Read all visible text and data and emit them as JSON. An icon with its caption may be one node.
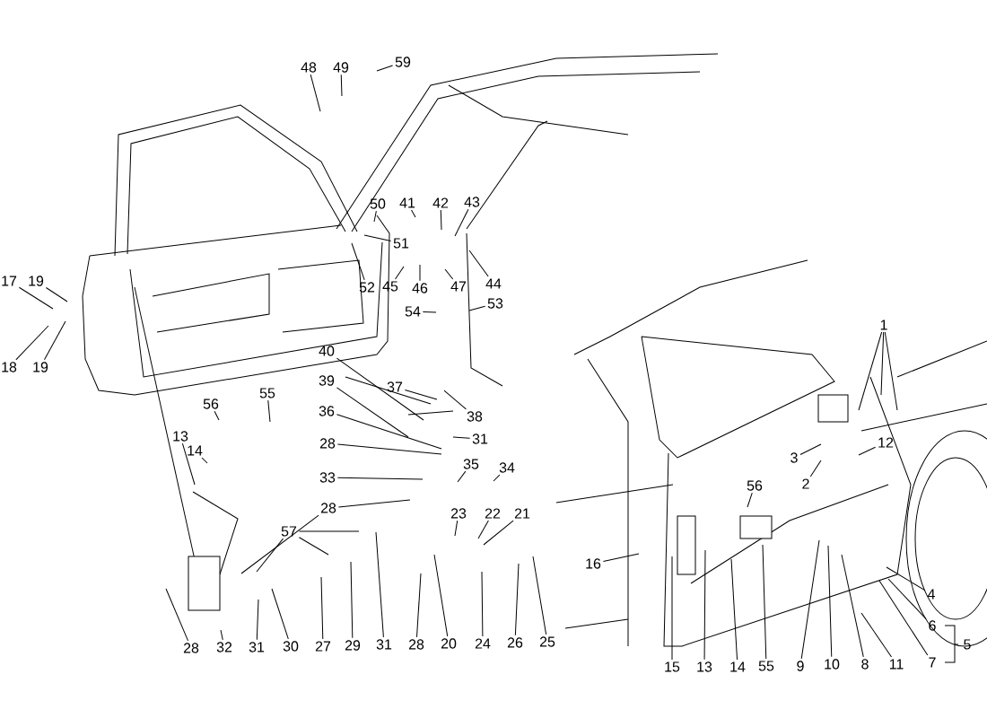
{
  "diagram": {
    "nodes": [
      {
        "text": [
          "48"
        ]
      },
      {
        "text": [
          "49"
        ]
      },
      {
        "text": [
          "59"
        ]
      },
      {
        "text": [
          "50"
        ]
      },
      {
        "text": [
          "41"
        ]
      },
      {
        "text": [
          "42"
        ]
      },
      {
        "text": [
          "43"
        ]
      },
      {
        "text": [
          "51"
        ]
      },
      {
        "text": [
          "17"
        ]
      },
      {
        "text": [
          "19"
        ]
      },
      {
        "text": [
          "45"
        ]
      },
      {
        "text": [
          "46"
        ]
      },
      {
        "text": [
          "47"
        ]
      },
      {
        "text": [
          "44"
        ]
      },
      {
        "text": [
          "52"
        ]
      },
      {
        "text": [
          "53"
        ]
      },
      {
        "text": [
          "54"
        ]
      },
      {
        "text": [
          "1"
        ]
      },
      {
        "text": [
          "18"
        ]
      },
      {
        "text": [
          "19"
        ]
      },
      {
        "text": [
          "40"
        ]
      },
      {
        "text": [
          "39"
        ]
      },
      {
        "text": [
          "55"
        ]
      },
      {
        "text": [
          "37"
        ]
      },
      {
        "text": [
          "56"
        ]
      },
      {
        "text": [
          "36"
        ]
      },
      {
        "text": [
          "38"
        ]
      },
      {
        "text": [
          "13"
        ]
      },
      {
        "text": [
          "31"
        ]
      },
      {
        "text": [
          "28"
        ]
      },
      {
        "text": [
          "3"
        ]
      },
      {
        "text": [
          "12"
        ]
      },
      {
        "text": [
          "14"
        ]
      },
      {
        "text": [
          "35"
        ]
      },
      {
        "text": [
          "34"
        ]
      },
      {
        "text": [
          "33"
        ]
      },
      {
        "text": [
          "2"
        ]
      },
      {
        "text": [
          "56"
        ]
      },
      {
        "text": [
          "28"
        ]
      },
      {
        "text": [
          "23"
        ]
      },
      {
        "text": [
          "22"
        ]
      },
      {
        "text": [
          "21"
        ]
      },
      {
        "text": [
          "57"
        ]
      },
      {
        "text": [
          "16"
        ]
      },
      {
        "text": [
          "4"
        ]
      },
      {
        "text": [
          "6"
        ]
      },
      {
        "text": [
          "7"
        ]
      },
      {
        "text": [
          "28"
        ]
      },
      {
        "text": [
          "32"
        ]
      },
      {
        "text": [
          "31"
        ]
      },
      {
        "text": [
          "30"
        ]
      },
      {
        "text": [
          "27"
        ]
      },
      {
        "text": [
          "29"
        ]
      },
      {
        "text": [
          "31"
        ]
      },
      {
        "text": [
          "28"
        ]
      },
      {
        "text": [
          "20"
        ]
      },
      {
        "text": [
          "24"
        ]
      },
      {
        "text": [
          "26"
        ]
      },
      {
        "text": [
          "25"
        ]
      },
      {
        "text": [
          "15"
        ]
      },
      {
        "text": [
          "13"
        ]
      },
      {
        "text": [
          "14"
        ]
      },
      {
        "text": [
          "55"
        ]
      },
      {
        "text": [
          "9"
        ]
      },
      {
        "text": [
          "10"
        ]
      },
      {
        "text": [
          "8"
        ]
      },
      {
        "text": [
          "11"
        ]
      }
    ],
    "edges": [
      {
        "from": 0,
        "to": null,
        "arrow": "none"
      },
      {
        "from": 1,
        "to": null,
        "arrow": "none"
      },
      {
        "from": 2,
        "to": null,
        "arrow": "none"
      },
      {
        "from": 3,
        "to": null,
        "arrow": "none"
      },
      {
        "from": 4,
        "to": null,
        "arrow": "none"
      },
      {
        "from": 5,
        "to": null,
        "arrow": "none"
      },
      {
        "from": 6,
        "to": null,
        "arrow": "none"
      },
      {
        "from": 7,
        "to": null,
        "arrow": "none"
      },
      {
        "from": 8,
        "to": null,
        "arrow": "none"
      },
      {
        "from": 9,
        "to": null,
        "arrow": "none"
      },
      {
        "from": 10,
        "to": null,
        "arrow": "none"
      },
      {
        "from": 11,
        "to": null,
        "arrow": "none"
      },
      {
        "from": 12,
        "to": null,
        "arrow": "none"
      },
      {
        "from": 13,
        "to": null,
        "arrow": "none"
      },
      {
        "from": 14,
        "to": null,
        "arrow": "none"
      },
      {
        "from": 15,
        "to": null,
        "arrow": "none"
      },
      {
        "from": 16,
        "to": null,
        "arrow": "none"
      },
      {
        "from": 17,
        "to": null,
        "arrow": "none"
      },
      {
        "from": 17,
        "to": null,
        "arrow": "none"
      },
      {
        "from": 17,
        "to": null,
        "arrow": "none"
      },
      {
        "from": 18,
        "to": null,
        "arrow": "none"
      },
      {
        "from": 19,
        "to": null,
        "arrow": "none"
      },
      {
        "from": 20,
        "to": null,
        "arrow": "none"
      },
      {
        "from": 21,
        "to": null,
        "arrow": "none"
      },
      {
        "from": 22,
        "to": null,
        "arrow": "none"
      },
      {
        "from": 23,
        "to": null,
        "arrow": "none"
      },
      {
        "from": 24,
        "to": null,
        "arrow": "none"
      },
      {
        "from": 25,
        "to": null,
        "arrow": "none"
      },
      {
        "from": 26,
        "to": null,
        "arrow": "none"
      },
      {
        "from": 27,
        "to": null,
        "arrow": "none"
      },
      {
        "from": 28,
        "to": null,
        "arrow": "none"
      },
      {
        "from": 29,
        "to": null,
        "arrow": "none"
      },
      {
        "from": 30,
        "to": null,
        "arrow": "none"
      },
      {
        "from": 31,
        "to": null,
        "arrow": "none"
      },
      {
        "from": 32,
        "to": null,
        "arrow": "none"
      },
      {
        "from": 33,
        "to": null,
        "arrow": "none"
      },
      {
        "from": 34,
        "to": null,
        "arrow": "none"
      },
      {
        "from": 35,
        "to": null,
        "arrow": "none"
      },
      {
        "from": 36,
        "to": null,
        "arrow": "none"
      },
      {
        "from": 37,
        "to": null,
        "arrow": "none"
      },
      {
        "from": 38,
        "to": null,
        "arrow": "none"
      },
      {
        "from": 38,
        "to": null,
        "arrow": "none"
      },
      {
        "from": 39,
        "to": null,
        "arrow": "none"
      },
      {
        "from": 40,
        "to": null,
        "arrow": "none"
      },
      {
        "from": 41,
        "to": null,
        "arrow": "none"
      },
      {
        "from": 42,
        "to": null,
        "arrow": "none"
      },
      {
        "from": 42,
        "to": null,
        "arrow": "none"
      },
      {
        "from": 42,
        "to": null,
        "arrow": "none"
      },
      {
        "from": 43,
        "to": null,
        "arrow": "none"
      },
      {
        "from": 44,
        "to": null,
        "arrow": "none"
      },
      {
        "from": 45,
        "to": null,
        "arrow": "none"
      },
      {
        "from": 46,
        "to": null,
        "arrow": "none"
      },
      {
        "from": 47,
        "to": null,
        "arrow": "none"
      },
      {
        "from": 48,
        "to": null,
        "arrow": "none"
      },
      {
        "from": 49,
        "to": null,
        "arrow": "none"
      },
      {
        "from": 50,
        "to": null,
        "arrow": "none"
      },
      {
        "from": 51,
        "to": null,
        "arrow": "none"
      },
      {
        "from": 52,
        "to": null,
        "arrow": "none"
      },
      {
        "from": 53,
        "to": null,
        "arrow": "none"
      },
      {
        "from": 54,
        "to": null,
        "arrow": "none"
      },
      {
        "from": 55,
        "to": null,
        "arrow": "none"
      },
      {
        "from": 56,
        "to": null,
        "arrow": "none"
      },
      {
        "from": 57,
        "to": null,
        "arrow": "none"
      },
      {
        "from": 58,
        "to": null,
        "arrow": "none"
      },
      {
        "from": 59,
        "to": null,
        "arrow": "none"
      },
      {
        "from": 60,
        "to": null,
        "arrow": "none"
      },
      {
        "from": 61,
        "to": null,
        "arrow": "none"
      },
      {
        "from": 62,
        "to": null,
        "arrow": "none"
      },
      {
        "from": 63,
        "to": null,
        "arrow": "none"
      },
      {
        "from": 64,
        "to": null,
        "arrow": "none"
      },
      {
        "from": 65,
        "to": null,
        "arrow": "none"
      },
      {
        "from": 66,
        "to": null,
        "arrow": "none"
      }
    ],
    "labels": [
      "5"
    ]
  }
}
